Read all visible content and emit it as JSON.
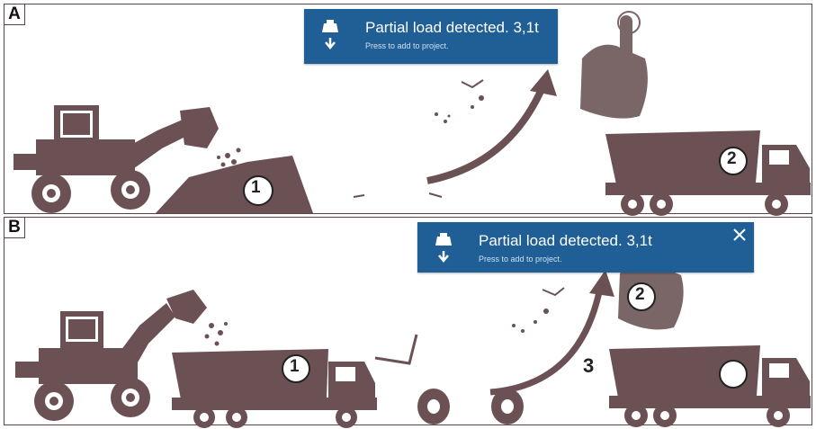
{
  "panels": [
    {
      "label": "A",
      "toast": {
        "title": "Partial load detected. 3,1t",
        "subtitle": "Press to add to project."
      },
      "markers": [
        "1",
        "2"
      ]
    },
    {
      "label": "B",
      "toast": {
        "title": "Partial load detected. 3,1t",
        "subtitle": "Press to add to project."
      },
      "markers": [
        "1",
        "2",
        ""
      ],
      "step_label": "3"
    }
  ],
  "colors": {
    "machine": "#6b5153",
    "toast_bg": "#1f5f96",
    "hand": "#7a6667",
    "arrow": "#6b5153"
  },
  "icons": [
    "weight-icon",
    "arrow-down-icon",
    "close-icon",
    "tap-hand-icon"
  ]
}
